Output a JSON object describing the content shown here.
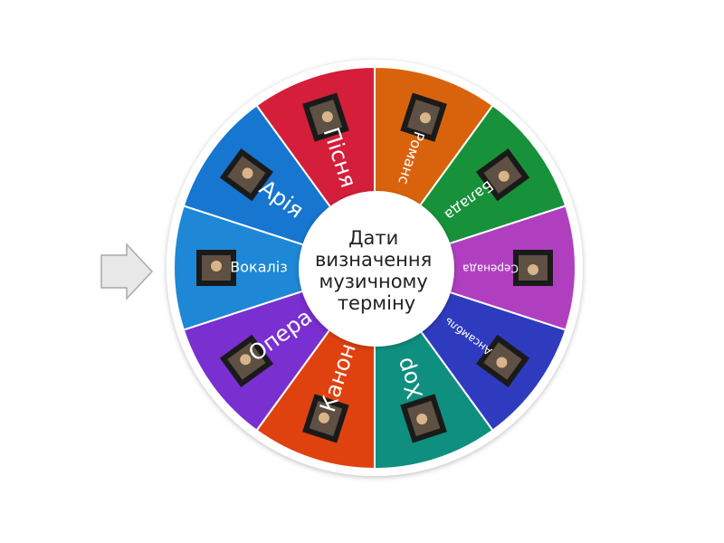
{
  "wheel": {
    "center_text": [
      "Дати",
      "визначення",
      "музичному",
      "терміну"
    ],
    "segments": [
      {
        "label": "Вокаліз",
        "color": "#1e88d6",
        "text_size": "small",
        "image": "singer-photo"
      },
      {
        "label": "Арія",
        "color": "#1676d0",
        "text_size": "large",
        "image": "concert-photo"
      },
      {
        "label": "Пісня",
        "color": "#d41e3a",
        "text_size": "large",
        "image": "stage-photo"
      },
      {
        "label": "Романс",
        "color": "#d9630c",
        "text_size": "small",
        "image": "painting-photo"
      },
      {
        "label": "Балада",
        "color": "#17923a",
        "text_size": "small",
        "image": "fantasy-photo"
      },
      {
        "label": "Серенада",
        "color": "#b03fc0",
        "text_size": "tiny",
        "image": "guitar-photo"
      },
      {
        "label": "Ансамбль",
        "color": "#2f3bbf",
        "text_size": "tiny",
        "image": "band-photo"
      },
      {
        "label": "Хор",
        "color": "#0f8f7f",
        "text_size": "large",
        "image": "choir-photo"
      },
      {
        "label": "Канон",
        "color": "#e0420f",
        "text_size": "large",
        "image": "sheet-music-photo"
      },
      {
        "label": "Опера",
        "color": "#7a2fd0",
        "text_size": "large",
        "image": "theatre-photo"
      }
    ]
  },
  "pointer": {
    "icon": "arrow-right-icon",
    "color": "#e6e6e6"
  }
}
